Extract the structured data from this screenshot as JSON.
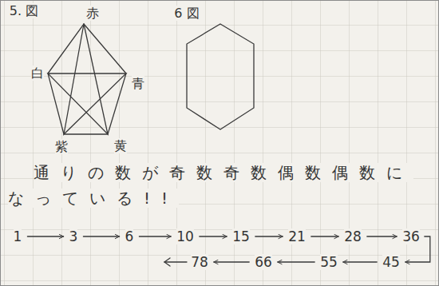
{
  "diagram": {
    "nodes": [
      {
        "text": [
          "1"
        ]
      },
      {
        "text": [
          "3"
        ]
      },
      {
        "text": [
          "6"
        ]
      },
      {
        "text": [
          "10"
        ]
      },
      {
        "text": [
          "15"
        ]
      },
      {
        "text": [
          "21"
        ]
      },
      {
        "text": [
          "28"
        ]
      },
      {
        "text": [
          "36"
        ]
      },
      {
        "text": [
          "78"
        ]
      },
      {
        "text": [
          "66"
        ]
      },
      {
        "text": [
          "55"
        ]
      },
      {
        "text": [
          "45"
        ]
      }
    ],
    "edges": [
      {
        "from": 0,
        "to": 1,
        "arrow": "to"
      },
      {
        "from": 1,
        "to": 2,
        "arrow": "to"
      },
      {
        "from": 2,
        "to": 3,
        "arrow": "to"
      },
      {
        "from": 3,
        "to": 4,
        "arrow": "to"
      },
      {
        "from": 4,
        "to": 5,
        "arrow": "to"
      },
      {
        "from": 5,
        "to": 6,
        "arrow": "to"
      },
      {
        "from": 6,
        "to": 7,
        "arrow": "to"
      },
      {
        "from": 7,
        "to": 11,
        "arrow": "to"
      },
      {
        "from": 11,
        "to": 10,
        "arrow": "to"
      },
      {
        "from": 10,
        "to": 9,
        "arrow": "to"
      },
      {
        "from": 9,
        "to": 8,
        "arrow": "to"
      }
    ],
    "labels": [
      "5. 図",
      "赤",
      "白",
      "青",
      "紫",
      "黄",
      "6 図",
      "通りの数が奇数奇数偶数偶数に なっている!!"
    ]
  }
}
